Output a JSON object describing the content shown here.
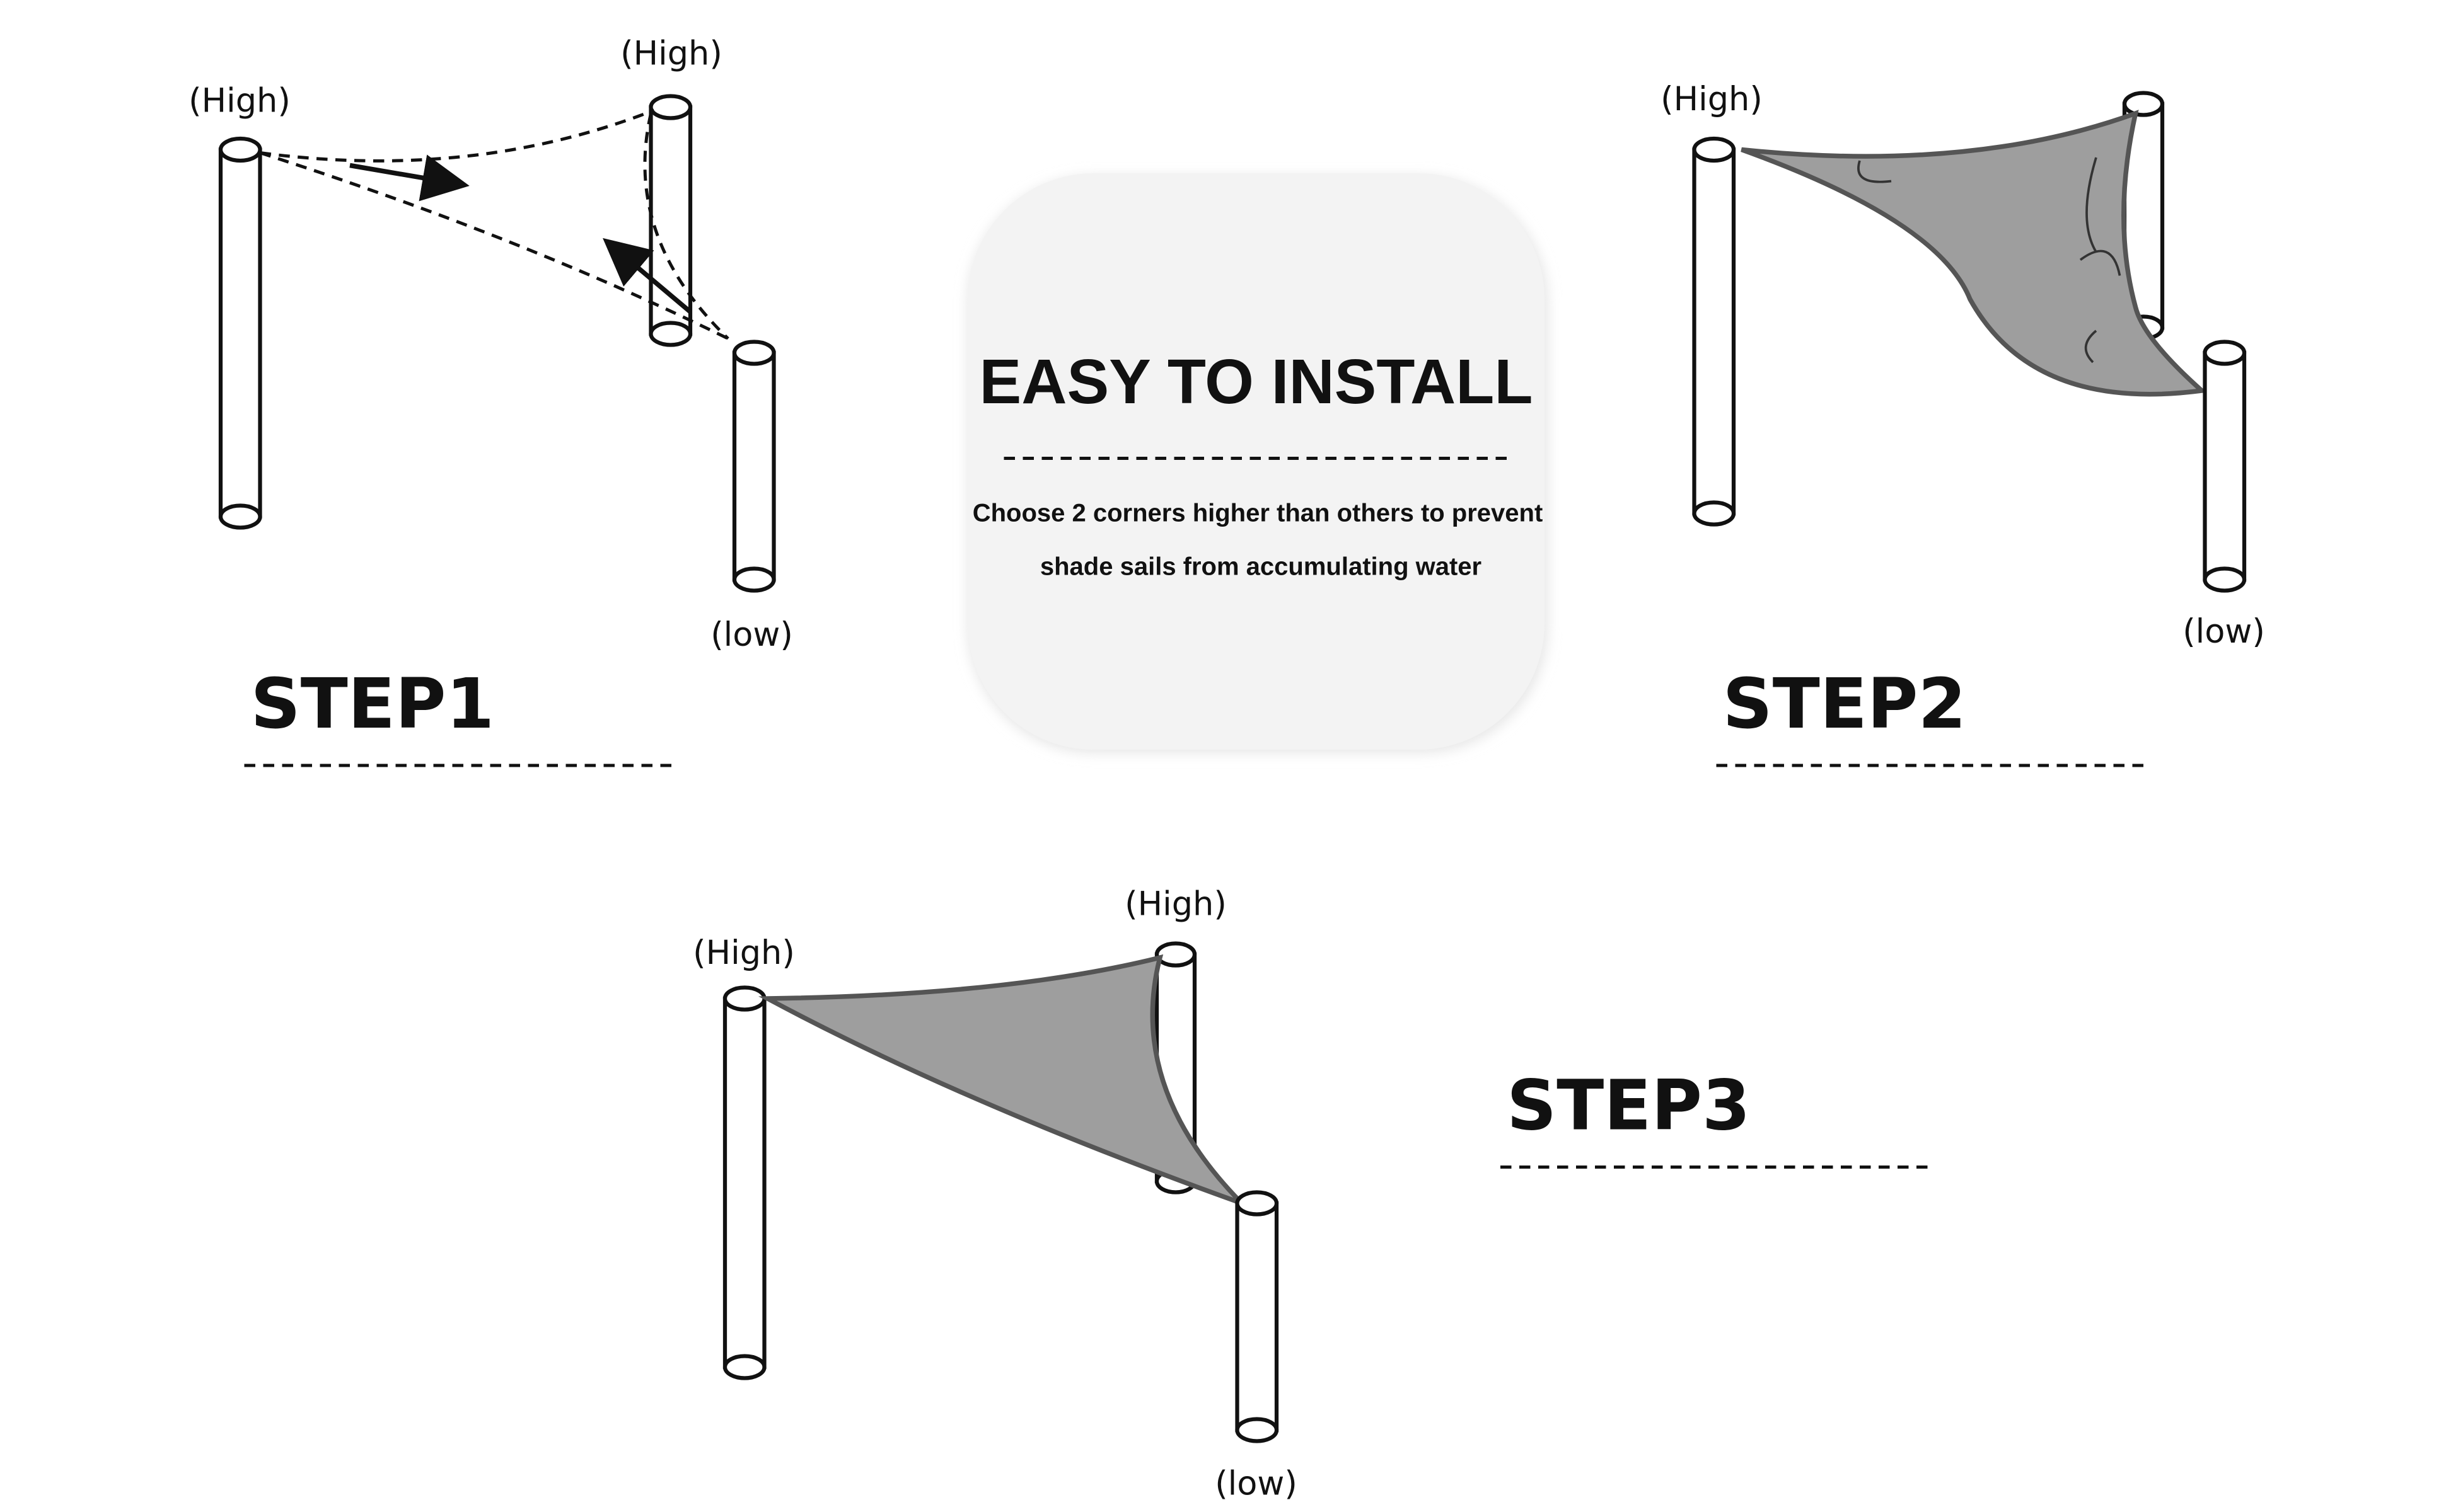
{
  "labels": {
    "high": "(High)",
    "low": "(low)"
  },
  "steps": [
    "STEP1",
    "STEP2",
    "STEP3"
  ],
  "center_card": {
    "title": "EASY TO INSTALL",
    "line1": "Choose 2 corners higher than others to prevent",
    "line2": "shade sails from accumulating water"
  },
  "colors": {
    "sail": "#9e9e9e",
    "card": "#f2f2f2",
    "ink": "#111111"
  }
}
